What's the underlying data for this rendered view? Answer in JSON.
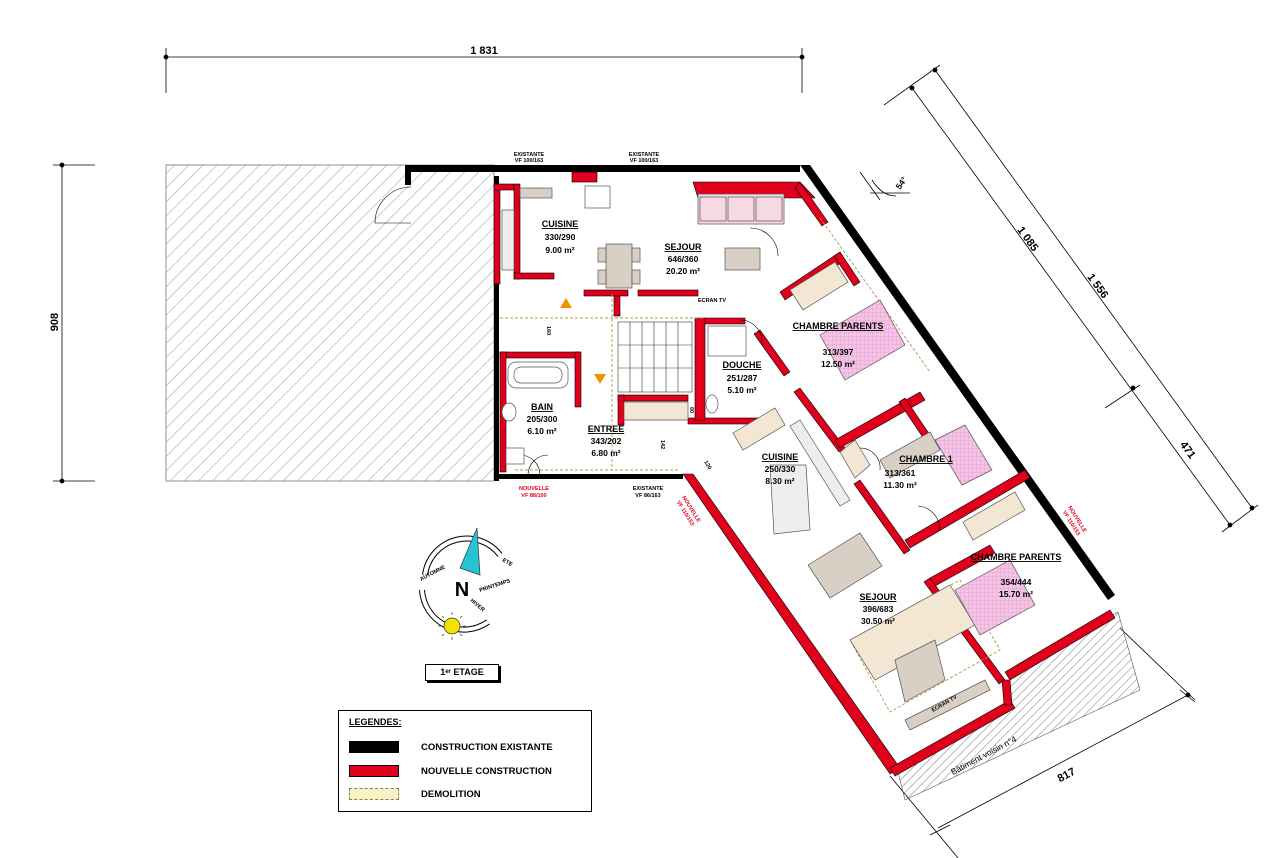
{
  "dimensions": {
    "top_width": "1 831",
    "left_height": "908",
    "diag_inner": "1 085",
    "diag_outer": "1 556",
    "diag_lower": "471",
    "bottom_right": "817",
    "angle": "54°",
    "inner_160": "160",
    "inner_142": "142",
    "inner_120": "120",
    "inner_60": "60"
  },
  "rooms": [
    {
      "name": "CUISINE",
      "dims": "330/290",
      "area": "9.00 m²"
    },
    {
      "name": "SEJOUR",
      "dims": "646/360",
      "area": "20.20 m²"
    },
    {
      "name": "CHAMBRE PARENTS",
      "dims": "313/397",
      "area": "12.50 m²"
    },
    {
      "name": "DOUCHE",
      "dims": "251/287",
      "area": "5.10 m²"
    },
    {
      "name": "BAIN",
      "dims": "205/300",
      "area": "6.10 m²"
    },
    {
      "name": "ENTREE",
      "dims": "343/202",
      "area": "6.80 m²"
    },
    {
      "name": "CUISINE",
      "dims": "250/330",
      "area": "8.30 m²"
    },
    {
      "name": "CHAMBRE 1",
      "dims": "313/361",
      "area": "11.30 m²"
    },
    {
      "name": "CHAMBRE PARENTS",
      "dims": "354/444",
      "area": "15.70 m²"
    },
    {
      "name": "SEJOUR",
      "dims": "396/683",
      "area": "30.50 m²"
    }
  ],
  "labels": {
    "ecran_tv_1": "ECRAN TV",
    "ecran_tv_2": "ECRAN TV",
    "batiment_voisin": "Bâtiment voisin n°4",
    "window_existing_1": "EXISTANTE",
    "window_existing_1b": "VF 100/163",
    "window_existing_2": "EXISTANTE",
    "window_existing_2b": "VF 100/163",
    "window_existing_3": "EXISTANTE",
    "window_existing_3b": "VF 86/163",
    "window_new_1": "NOUVELLE",
    "window_new_1b": "VF 88/100",
    "window_new_2": "NOUVELLE",
    "window_new_2b": "VF 110/153",
    "window_new_3": "NOUVELLE",
    "window_new_3b": "VF 110/153"
  },
  "compass": {
    "north": "N",
    "ete": "ETE",
    "automne": "AUTOMNE",
    "printemps": "PRINTEMPS",
    "hiver": "HIVER"
  },
  "floor_label": "1ᵉʳ ETAGE",
  "legend": {
    "title": "LEGENDES:",
    "items": [
      {
        "label": "CONSTRUCTION EXISTANTE",
        "color": "#000000"
      },
      {
        "label": "NOUVELLE CONSTRUCTION",
        "color": "#e0001b"
      },
      {
        "label": "DEMOLITION",
        "color": "#f7f2c8"
      }
    ]
  },
  "colors": {
    "existing": "#000000",
    "new": "#e0001b",
    "demolition": "#f7f2c8",
    "furniture": "#d8cfc5",
    "bed": "#f6c4e6",
    "north_arrow": "#24c4d3",
    "sun": "#f5e100"
  }
}
